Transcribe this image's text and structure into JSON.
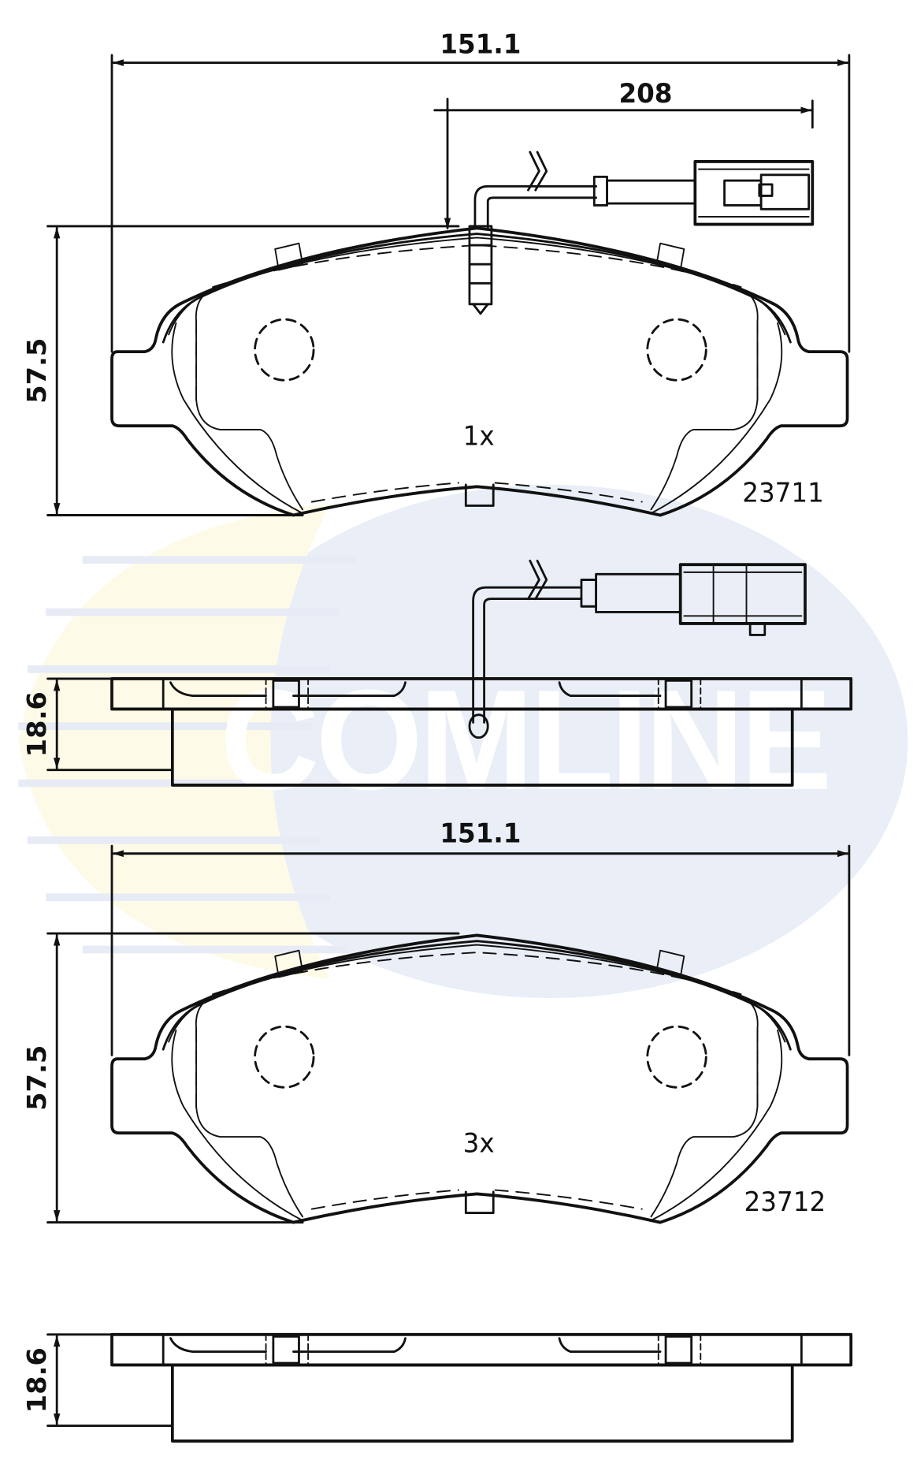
{
  "watermark": {
    "brand": "COMLINE",
    "colors": {
      "blue": "#e9eef7",
      "yellow": "#fdfbe8",
      "stripe": "#e6ebf5"
    }
  },
  "top_pad": {
    "part_number": "23711",
    "quantity": "1x",
    "has_wear_sensor": true,
    "dimensions": {
      "width": "151.1",
      "height": "57.5",
      "sensor_length": "208",
      "thickness": "18.6"
    }
  },
  "bottom_pad": {
    "part_number": "23712",
    "quantity": "3x",
    "has_wear_sensor": false,
    "dimensions": {
      "width": "151.1",
      "height": "57.5",
      "thickness": "18.6"
    }
  },
  "colors": {
    "line": "#111111",
    "background": "#ffffff"
  }
}
